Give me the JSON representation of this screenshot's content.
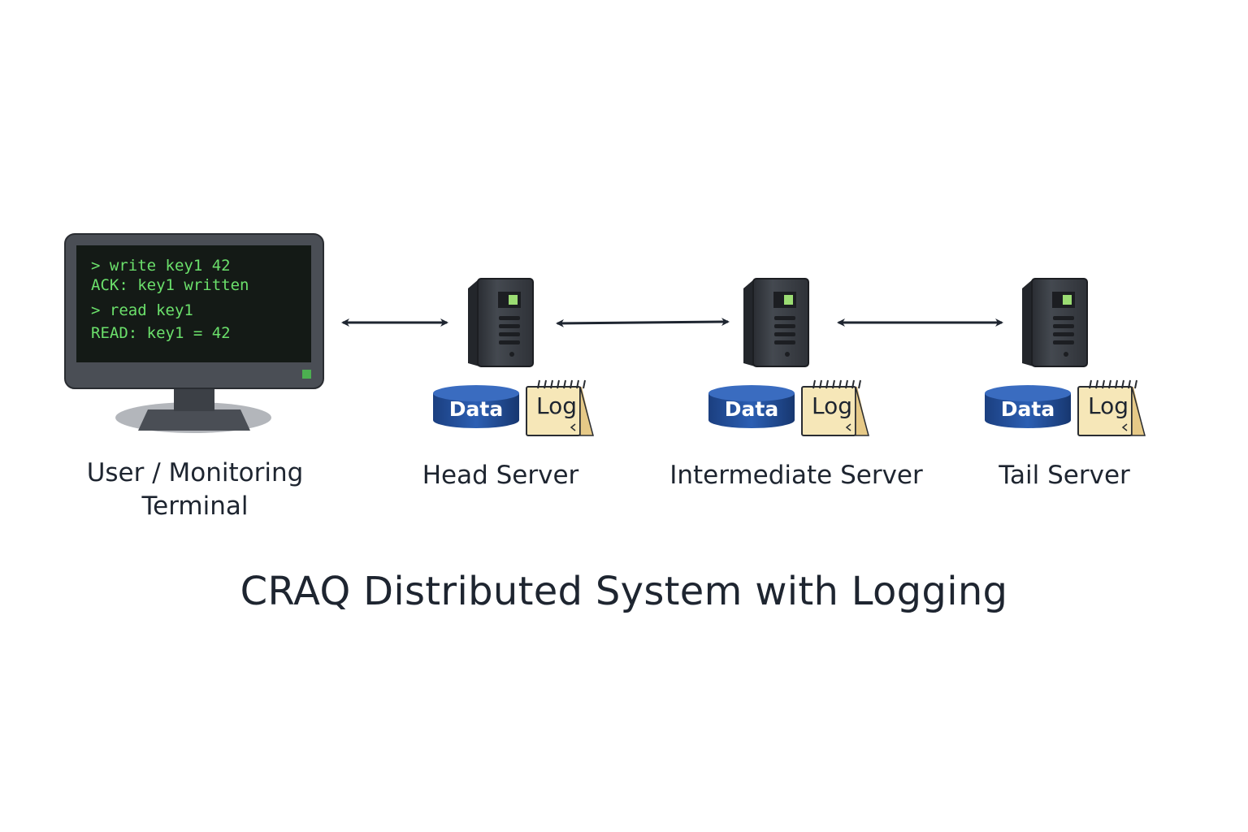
{
  "title": "CRAQ Distributed System with Logging",
  "terminal": {
    "label_line1": "User / Monitoring",
    "label_line2": "Terminal",
    "lines": [
      "> write key1 42",
      "ACK: key1 written",
      "> read key1",
      "READ: key1 = 42"
    ]
  },
  "nodes": [
    {
      "label": "Head Server",
      "data_label": "Data",
      "log_label": "Log"
    },
    {
      "label": "Intermediate Server",
      "data_label": "Data",
      "log_label": "Log"
    },
    {
      "label": "Tail Server",
      "data_label": "Data",
      "log_label": "Log"
    }
  ],
  "colors": {
    "terminal_text": "#6be06b",
    "data_cylinder": "#24519e",
    "log_paper": "#f6e7b8",
    "server_body": "#3b3f46",
    "server_led": "#9bdc73",
    "arrow": "#1e2530"
  }
}
